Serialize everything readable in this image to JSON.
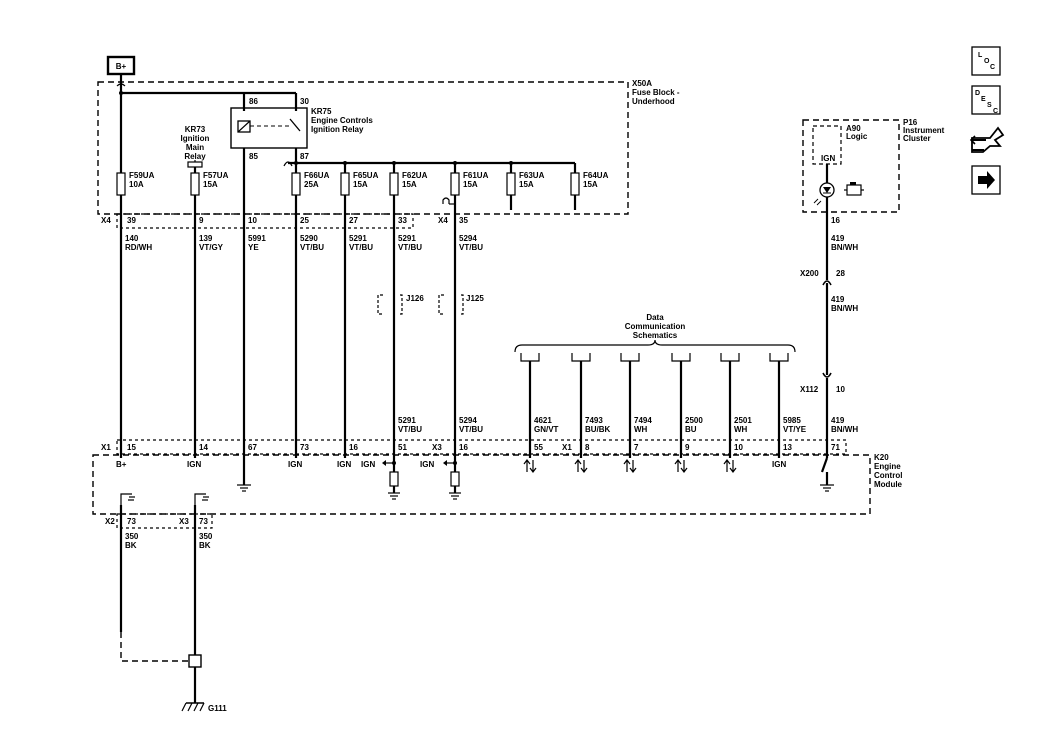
{
  "power": {
    "label": "B+"
  },
  "fuse_block": {
    "name": "X50A",
    "lines": [
      "Fuse Block -",
      "Underhood"
    ]
  },
  "relays": {
    "kr75": {
      "name": "KR75",
      "lines": [
        "Engine Controls",
        "Ignition Relay"
      ],
      "pins": [
        "86",
        "30",
        "85",
        "87"
      ]
    },
    "kr73": {
      "lines": [
        "KR73",
        "Ignition",
        "Main",
        "Relay"
      ]
    }
  },
  "fuses": [
    {
      "name": "F59UA",
      "rating": "10A"
    },
    {
      "name": "F57UA",
      "rating": "15A"
    },
    {
      "name": "F66UA",
      "rating": "25A"
    },
    {
      "name": "F65UA",
      "rating": "15A"
    },
    {
      "name": "F62UA",
      "rating": "15A"
    },
    {
      "name": "F61UA",
      "rating": "15A"
    },
    {
      "name": "F63UA",
      "rating": "15A"
    },
    {
      "name": "F64UA",
      "rating": "15A"
    }
  ],
  "x4_connector": {
    "label": "X4",
    "label2": "X4",
    "pins": [
      "39",
      "9",
      "10",
      "25",
      "27",
      "33",
      "35"
    ]
  },
  "circuits_top": [
    {
      "num": "140",
      "color": "RD/WH"
    },
    {
      "num": "139",
      "color": "VT/GY"
    },
    {
      "num": "5991",
      "color": "YE"
    },
    {
      "num": "5290",
      "color": "VT/BU"
    },
    {
      "num": "5291",
      "color": "VT/BU"
    },
    {
      "num": "5291",
      "color": "VT/BU"
    },
    {
      "num": "5294",
      "color": "VT/BU"
    }
  ],
  "splices": {
    "j126": "J126",
    "j125": "J125"
  },
  "circuits_lower": [
    {
      "num": "5291",
      "color": "VT/BU"
    },
    {
      "num": "5294",
      "color": "VT/BU"
    }
  ],
  "data_comm": {
    "lines": [
      "Data",
      "Communication",
      "Schematics"
    ]
  },
  "data_circuits": [
    {
      "num": "4621",
      "color": "GN/VT"
    },
    {
      "num": "7493",
      "color": "BU/BK"
    },
    {
      "num": "7494",
      "color": "WH"
    },
    {
      "num": "2500",
      "color": "BU"
    },
    {
      "num": "2501",
      "color": "WH"
    },
    {
      "num": "5985",
      "color": "VT/YE"
    }
  ],
  "instrument_cluster": {
    "name": "P16",
    "lines": [
      "Instrument",
      "Cluster"
    ],
    "logic_name": "A90",
    "logic_label": "Logic",
    "ign": "IGN",
    "pin": "16"
  },
  "cluster_circuit": [
    {
      "num": "419",
      "color": "BN/WH"
    },
    {
      "num": "419",
      "color": "BN/WH"
    },
    {
      "num": "419",
      "color": "BN/WH"
    }
  ],
  "inline_connectors": [
    {
      "label": "X200",
      "pin": "28"
    },
    {
      "label": "X112",
      "pin": "10"
    }
  ],
  "ecm": {
    "name": "K20",
    "lines": [
      "Engine",
      "Control",
      "Module"
    ],
    "x1_label": "X1",
    "x3_label": "X3",
    "x1b_label": "X1",
    "pins": [
      "15",
      "14",
      "67",
      "73",
      "16",
      "51",
      "16",
      "55",
      "8",
      "7",
      "9",
      "10",
      "13",
      "71"
    ],
    "internal": [
      "B+",
      "IGN",
      "IGN",
      "IGN",
      "IGN",
      "IGN",
      "IGN"
    ]
  },
  "ground_connectors": [
    {
      "label": "X2",
      "pin": "73",
      "num": "350",
      "color": "BK"
    },
    {
      "label": "X3",
      "pin": "73",
      "num": "350",
      "color": "BK"
    }
  ],
  "ground": {
    "label": "G111"
  },
  "nav": {
    "loc": [
      "L",
      "O",
      "C"
    ],
    "desc": [
      "D",
      "E",
      "S",
      "C"
    ]
  }
}
